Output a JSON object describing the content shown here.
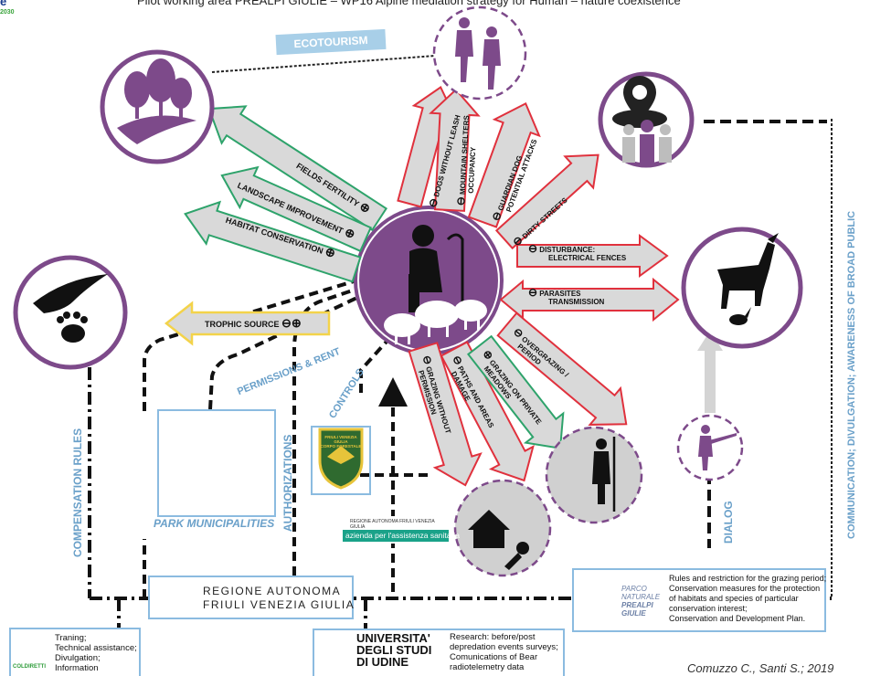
{
  "header": {
    "corner_letter": "e",
    "corner_year": "2030",
    "title": "Pilot working area PREALPI GIULIE – WP16 Alpine mediation strategy for Human – nature coexistence"
  },
  "ecotourism_label": "ECOTOURISM",
  "benefits": [
    {
      "label": "FIELDS FERTILITY",
      "sign": "⊕"
    },
    {
      "label": "LANDSCAPE IMPROVEMENT",
      "sign": "⊕"
    },
    {
      "label": "HABITAT CONSERVATION",
      "sign": "⊕"
    }
  ],
  "trophic": {
    "label": "TROPHIC SOURCE",
    "signs": "⊖⊕"
  },
  "threats_top": [
    {
      "sign": "⊖",
      "line1": "DOGS WITHOUT LEASH",
      "line2": ""
    },
    {
      "sign": "⊖",
      "line1": "MOUNTAIN SHELTERS",
      "line2": "OCCUPANCY"
    },
    {
      "sign": "⊖",
      "line1": "GUARDIAN DOG",
      "line2": "POTENTIAL ATTACKS"
    },
    {
      "sign": "⊖",
      "line1": "DIRTY STREETS",
      "line2": ""
    }
  ],
  "threats_right": [
    {
      "sign": "⊖",
      "line1": "DISTURBANCE:",
      "line2": "ELECTRICAL FENCES"
    },
    {
      "sign": "⊖",
      "line1": "PARASITES",
      "line2": "TRANSMISSION"
    },
    {
      "sign": "⊖",
      "line1": "OVERGRAZING /",
      "line2": "PERIOD"
    }
  ],
  "threats_bottom": [
    {
      "sign": "⊖",
      "line1": "GRAZING WITHOUT",
      "line2": "PERMISSION",
      "color": "red"
    },
    {
      "sign": "⊖",
      "line1": "PATHS AND AREAS",
      "line2": "DAMAGE",
      "color": "red"
    },
    {
      "sign": "⊕",
      "line1": "GRAZING ON PRIVATE",
      "line2": "MEADOWS",
      "color": "green"
    }
  ],
  "side_labels": {
    "compensation": "COMPENSATION RULES",
    "permissions": "PERMISSIONS & RENT",
    "authorizations": "AUTHORIZATIONS",
    "controls": "CONTROLS",
    "dialog": "DIALOG",
    "communication": "COMMUNICATION; DIVULGATION; AWARENESS OF BROAD PUBLIC"
  },
  "park_municipalities": "PARK MUNICIPALITIES",
  "forestale": {
    "line1": "FRIULI VENEZIA GIULIA",
    "line2": "CORPO FORESTALE"
  },
  "asl": {
    "small": "REGIONE AUTONOMA FRIULI VENEZIA GIULIA",
    "name": "azienda per l'assistenza sanitaria"
  },
  "regione": {
    "line1": "REGIONE AUTONOMA",
    "line2": "FRIULI VENEZIA GIULIA"
  },
  "coldiretti": {
    "name": "COLDIRETTI",
    "lines": [
      "Traning;",
      "Technical assistance;",
      "Divulgation;",
      "Information"
    ]
  },
  "udine": {
    "name": [
      "UNIVERSITA'",
      "DEGLI STUDI",
      "DI UDINE"
    ],
    "lines": [
      "Research: before/post",
      "depredation events surveys;",
      "Comunications of Bear",
      "radiotelemetry data"
    ]
  },
  "park": {
    "logo": [
      "PARCO",
      "NATURALE",
      "PREALPI",
      "GIULIE"
    ],
    "lines": [
      "Rules and restriction for the grazing period;",
      "Conservation measures for the protection",
      "of habitats and species of particular",
      "conservation interest;",
      "Conservation and Development Plan."
    ]
  },
  "credit": "Comuzzo C., Santi S.; 2019",
  "colors": {
    "purple": "#7d4a8a",
    "red": "#e0313d",
    "green": "#2ea36b",
    "gray": "#d4d4d4",
    "yellow": "#f3d34a",
    "blue": "#8bbbe0",
    "label_blue": "#6aa0c9"
  }
}
